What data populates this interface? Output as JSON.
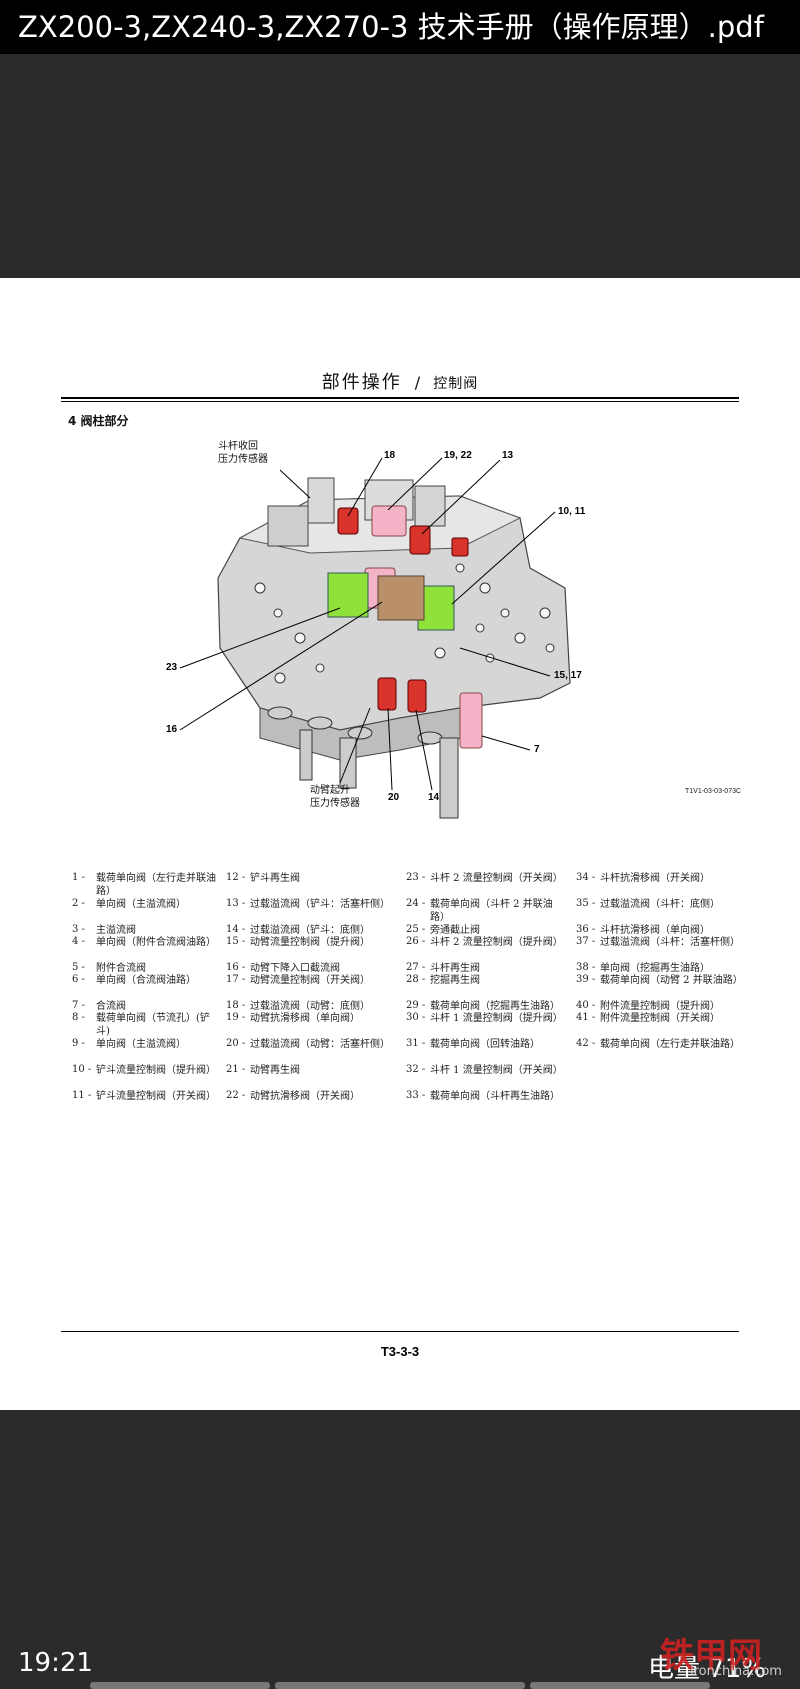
{
  "titlebar": {
    "title": "ZX200-3,ZX240-3,ZX270-3 技术手册（操作原理）.pdf"
  },
  "page": {
    "header_main": "部件操作",
    "header_sep": "/",
    "header_sub": "控制阀",
    "section_title": "4 阀柱部分",
    "figure_code": "T1V1-03-03-073C",
    "page_number": "T3-3-3",
    "callouts": {
      "c18": "18",
      "c19_22": "19, 22",
      "c13": "13",
      "c10_11": "10, 11",
      "c23": "23",
      "c15_17": "15, 17",
      "c16": "16",
      "c7": "7",
      "c20": "20",
      "c14": "14"
    },
    "sensor_top": [
      "斗杆收回",
      "压力传感器"
    ],
    "sensor_bottom": [
      "动臂起升",
      "压力传感器"
    ]
  },
  "legend": {
    "col1": [
      {
        "n": "1 -",
        "t": "载荷单向阀（左行走并联油路）"
      },
      {
        "n": "2 -",
        "t": "单向阀（主溢流阀）"
      },
      {
        "n": "3 -",
        "t": "主溢流阀"
      },
      {
        "n": "4 -",
        "t": "单向阀（附件合流阀油路）"
      },
      {
        "n": "5 -",
        "t": "附件合流阀"
      },
      {
        "n": "6 -",
        "t": "单向阀（合流阀油路）"
      },
      {
        "n": "7 -",
        "t": "合流阀"
      },
      {
        "n": "8 -",
        "t": "载荷单向阀（节流孔）(铲斗)"
      },
      {
        "n": "9 -",
        "t": "单向阀（主溢流阀）"
      },
      {
        "n": "10 -",
        "t": "铲斗流量控制阀（提升阀）"
      },
      {
        "n": "11 -",
        "t": "铲斗流量控制阀（开关阀）"
      }
    ],
    "col2": [
      {
        "n": "12 -",
        "t": "铲斗再生阀"
      },
      {
        "n": "13 -",
        "t": "过载溢流阀（铲斗：活塞杆侧）"
      },
      {
        "n": "14 -",
        "t": "过载溢流阀（铲斗：底侧）"
      },
      {
        "n": "15 -",
        "t": "动臂流量控制阀（提升阀）"
      },
      {
        "n": "16 -",
        "t": "动臂下降入口截流阀"
      },
      {
        "n": "17 -",
        "t": "动臂流量控制阀（开关阀）"
      },
      {
        "n": "18 -",
        "t": "过载溢流阀（动臂：底侧）"
      },
      {
        "n": "19 -",
        "t": "动臂抗滑移阀（单向阀）"
      },
      {
        "n": "20 -",
        "t": "过载溢流阀（动臂：活塞杆侧）"
      },
      {
        "n": "21 -",
        "t": "动臂再生阀"
      },
      {
        "n": "22 -",
        "t": "动臂抗滑移阀（开关阀）"
      }
    ],
    "col3": [
      {
        "n": "23 -",
        "t": "斗杆 2 流量控制阀（开关阀）"
      },
      {
        "n": "24 -",
        "t": "载荷单向阀（斗杆 2 并联油路）"
      },
      {
        "n": "25 -",
        "t": "旁通截止阀"
      },
      {
        "n": "26 -",
        "t": "斗杆 2 流量控制阀（提升阀）"
      },
      {
        "n": "27 -",
        "t": "斗杆再生阀"
      },
      {
        "n": "28 -",
        "t": "挖掘再生阀"
      },
      {
        "n": "29 -",
        "t": "载荷单向阀（挖掘再生油路）"
      },
      {
        "n": "30 -",
        "t": "斗杆 1 流量控制阀（提升阀）"
      },
      {
        "n": "31 -",
        "t": "载荷单向阀（回转油路）"
      },
      {
        "n": "32 -",
        "t": "斗杆 1 流量控制阀（开关阀）"
      },
      {
        "n": "33 -",
        "t": "载荷单向阀（斗杆再生油路）"
      }
    ],
    "col4": [
      {
        "n": "34 -",
        "t": "斗杆抗滑移阀（开关阀）"
      },
      {
        "n": "35 -",
        "t": "过载溢流阀（斗杆：底侧）"
      },
      {
        "n": "36 -",
        "t": "斗杆抗滑移阀（单向阀）"
      },
      {
        "n": "37 -",
        "t": "过载溢流阀（斗杆：活塞杆侧）"
      },
      {
        "n": "38 -",
        "t": "单向阀（挖掘再生油路）"
      },
      {
        "n": "39 -",
        "t": "载荷单向阀（动臂 2 并联油路）"
      },
      {
        "n": "40 -",
        "t": "附件流量控制阀（提升阀）"
      },
      {
        "n": "41 -",
        "t": "附件流量控制阀（开关阀）"
      },
      {
        "n": "42 -",
        "t": "载荷单向阀（左行走并联油路）"
      }
    ]
  },
  "statusbar": {
    "time": "19:21",
    "battery_label": "电量",
    "battery_value": "71%",
    "watermark": "铁甲网",
    "watermark_sub": "ironchina.com"
  }
}
